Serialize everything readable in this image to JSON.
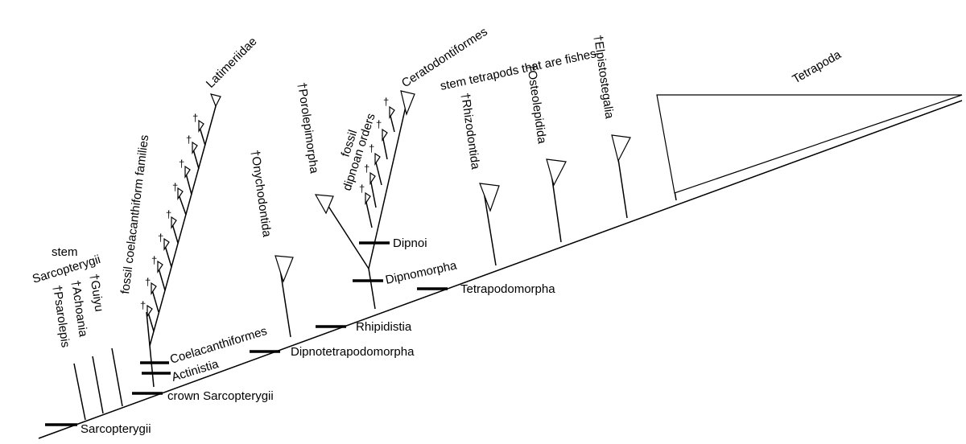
{
  "diagram": {
    "type": "cladogram",
    "nodes": {
      "sarcopterygii": "Sarcopterygii",
      "crown_sarcopterygii": "crown Sarcopterygii",
      "actinistia": "Actinistia",
      "coelacanthiformes": "Coelacanthiformes",
      "dipnotetrapodomorpha": "Dipnotetrapodomorpha",
      "rhipidistia": "Rhipidistia",
      "tetrapodomorpha": "Tetrapodomorpha",
      "dipnomorpha": "Dipnomorpha",
      "dipnoi": "Dipnoi"
    },
    "taxa": {
      "psarolepis": "†Psarolepis",
      "achoania": "†Achoania",
      "guiyu": "†Guiyu",
      "stem_sarco_line1": "stem",
      "stem_sarco_line2": "Sarcopterygii",
      "fossil_coelacanth_families": "fossil  coelacanthiform  families",
      "latimeriidae": "Latimeriidae",
      "onychodontida": "†Onychodontida",
      "porolepimorpha": "†Porolepimorpha",
      "fossil_dipnoan_line1": "fossil",
      "fossil_dipnoan_line2": "dipnoan orders",
      "ceratodontiformes": "Ceratodontiformes",
      "rhizodontida": "†Rhizodontida",
      "osteolepidida": "†Osteolepidida",
      "elpistostegalia": "†Elpistostegalia",
      "stem_tetrapods": "stem tetrapods that are fishes",
      "tetrapoda": "Tetrapoda"
    },
    "dagger": "†"
  }
}
